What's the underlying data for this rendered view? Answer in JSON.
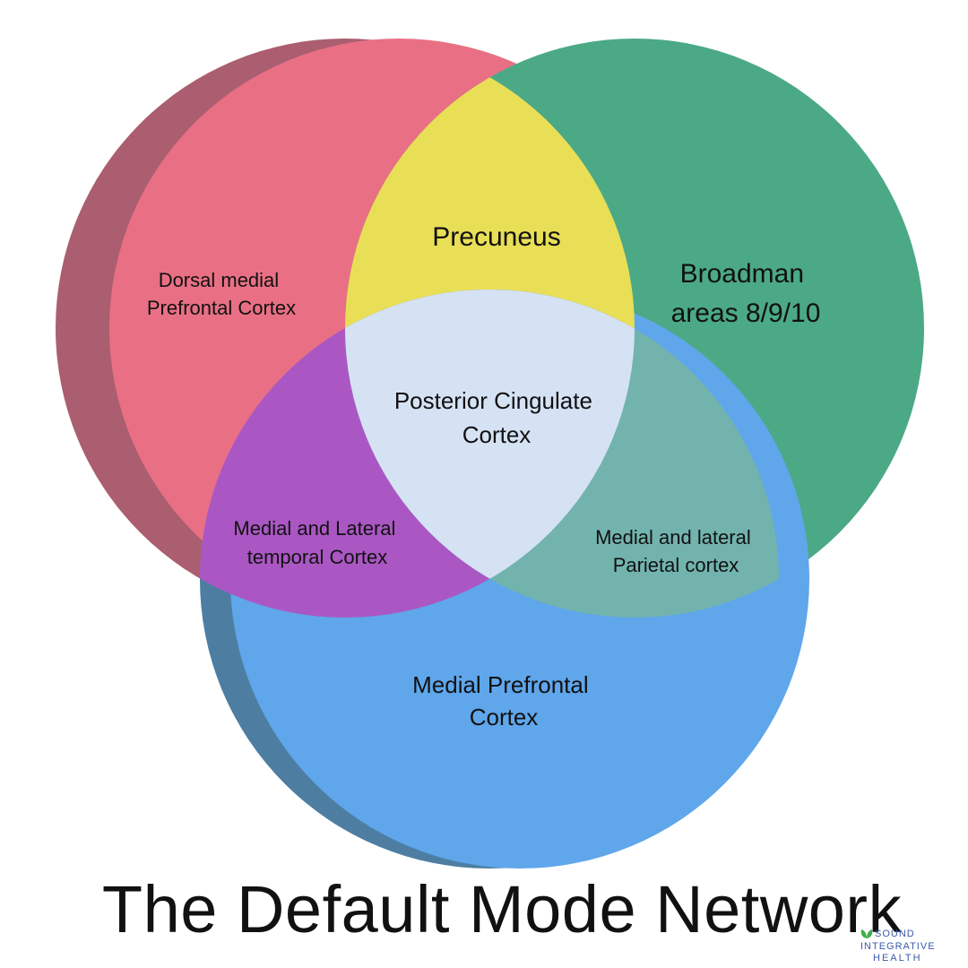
{
  "diagram": {
    "title": "The Default Mode Network",
    "regions": {
      "dorsal_medial_prefrontal": [
        "Dorsal medial",
        "Prefrontal Cortex"
      ],
      "broadman_areas": [
        "Broadman",
        "areas 8/9/10"
      ],
      "medial_prefrontal": [
        "Medial Prefrontal",
        "Cortex"
      ],
      "precuneus": "Precuneus",
      "temporal": [
        "Medial and Lateral",
        "temporal Cortex"
      ],
      "parietal": [
        "Medial and lateral",
        "Parietal cortex"
      ],
      "posterior_cingulate": [
        "Posterior Cingulate",
        "Cortex"
      ]
    },
    "colors": {
      "red_circle": "#e97084",
      "red_shadow": "#ab5e6f",
      "green_circle": "#4ba986",
      "blue_circle": "#5fa6eb",
      "blue_shadow": "#4d7ea2",
      "red_green_overlap": "#e9df57",
      "red_blue_overlap": "#aa57c3",
      "green_blue_overlap": "#72b3ae",
      "center_overlap": "#d5e2f4"
    }
  },
  "logo": {
    "line1": "SOUND",
    "line2": "INTEGRATIVE",
    "line3": "HEALTH",
    "icon": "leaf-icon",
    "color": "#3b5aa6",
    "icon_color": "#3cae4a"
  }
}
